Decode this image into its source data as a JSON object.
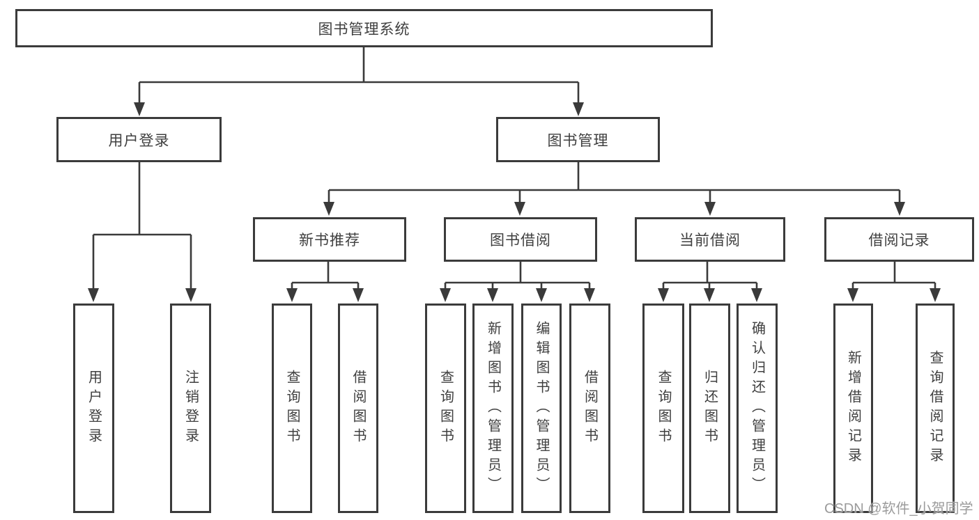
{
  "tree": {
    "root": {
      "label": "图书管理系统"
    },
    "level1": [
      {
        "label": "用户登录"
      },
      {
        "label": "图书管理"
      }
    ],
    "level2": [
      {
        "label": "新书推荐"
      },
      {
        "label": "图书借阅"
      },
      {
        "label": "当前借阅"
      },
      {
        "label": "借阅记录"
      }
    ],
    "leaves": {
      "user_login": [
        {
          "label": "用户登录"
        },
        {
          "label": "注销登录"
        }
      ],
      "new_book_recommend": [
        {
          "label": "查询图书"
        },
        {
          "label": "借阅图书"
        }
      ],
      "book_borrow": [
        {
          "label": "查询图书"
        },
        {
          "label": "新增图书（管理员）"
        },
        {
          "label": "编辑图书（管理员）"
        },
        {
          "label": "借阅图书"
        }
      ],
      "current_borrow": [
        {
          "label": "查询图书"
        },
        {
          "label": "归还图书"
        },
        {
          "label": "确认归还（管理员）"
        }
      ],
      "borrow_records": [
        {
          "label": "新增借阅记录"
        },
        {
          "label": "查询借阅记录"
        }
      ]
    },
    "colors": {
      "line": "#3a3a3a",
      "border": "#3b3b3b",
      "text": "#3f3f3f",
      "watermark": "#9b9b9b"
    },
    "watermark": "CSDN @软件_小贺同学"
  }
}
